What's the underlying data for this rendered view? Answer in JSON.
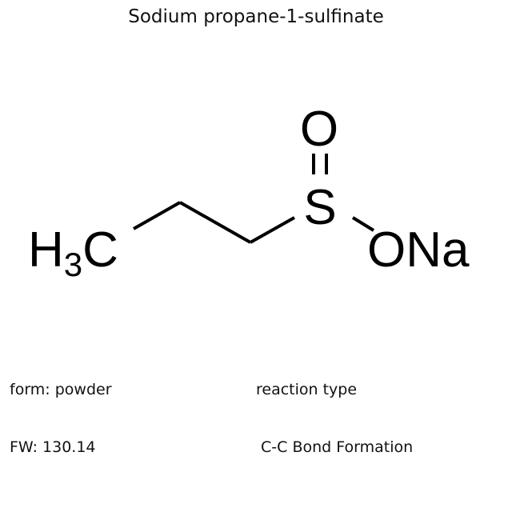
{
  "title": "Sodium propane-1-sulfinate",
  "structure": {
    "atoms": {
      "methyl": {
        "main": "H",
        "sub": "3",
        "tail": "C"
      },
      "sulfur": "S",
      "oxygen_double": "O",
      "sodium_oxide": "ONa"
    },
    "bond_color": "#000000"
  },
  "info_left": {
    "form": "form: powder",
    "fw": "FW: 130.14"
  },
  "info_right": {
    "label": "reaction type",
    "value": " C-C Bond Formation"
  }
}
